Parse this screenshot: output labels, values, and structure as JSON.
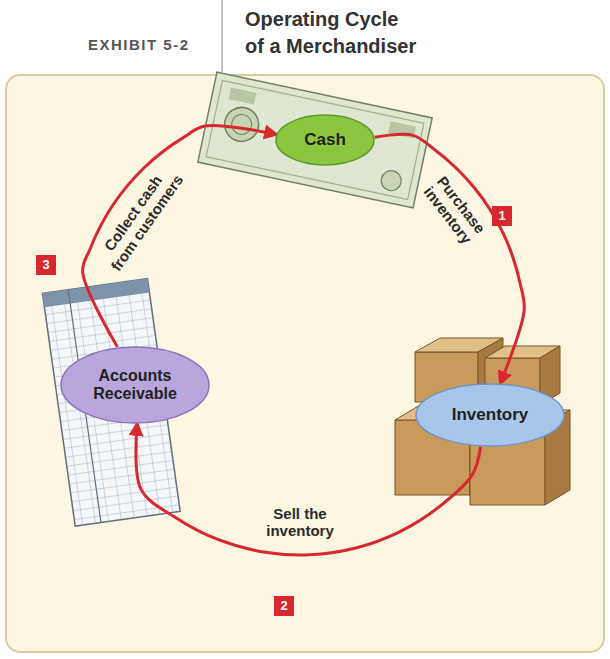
{
  "diagram": {
    "title": "Operating Cycle of a Merchandiser",
    "nodes": [
      {
        "text": [
          "Cash"
        ]
      },
      {
        "text": [
          "Accounts Receivable"
        ]
      },
      {
        "text": [
          "Inventory"
        ]
      }
    ],
    "edges": [
      {
        "from": 0,
        "to": 2,
        "label": "Purchase inventory",
        "arrow": "to"
      },
      {
        "from": 2,
        "to": 1,
        "label": "Sell the inventory",
        "arrow": "to"
      },
      {
        "from": 1,
        "to": 0,
        "label": "Collect cash from customers",
        "arrow": "to"
      }
    ],
    "labels": [
      "EXHIBIT 5-2",
      "1",
      "3",
      "2"
    ]
  }
}
